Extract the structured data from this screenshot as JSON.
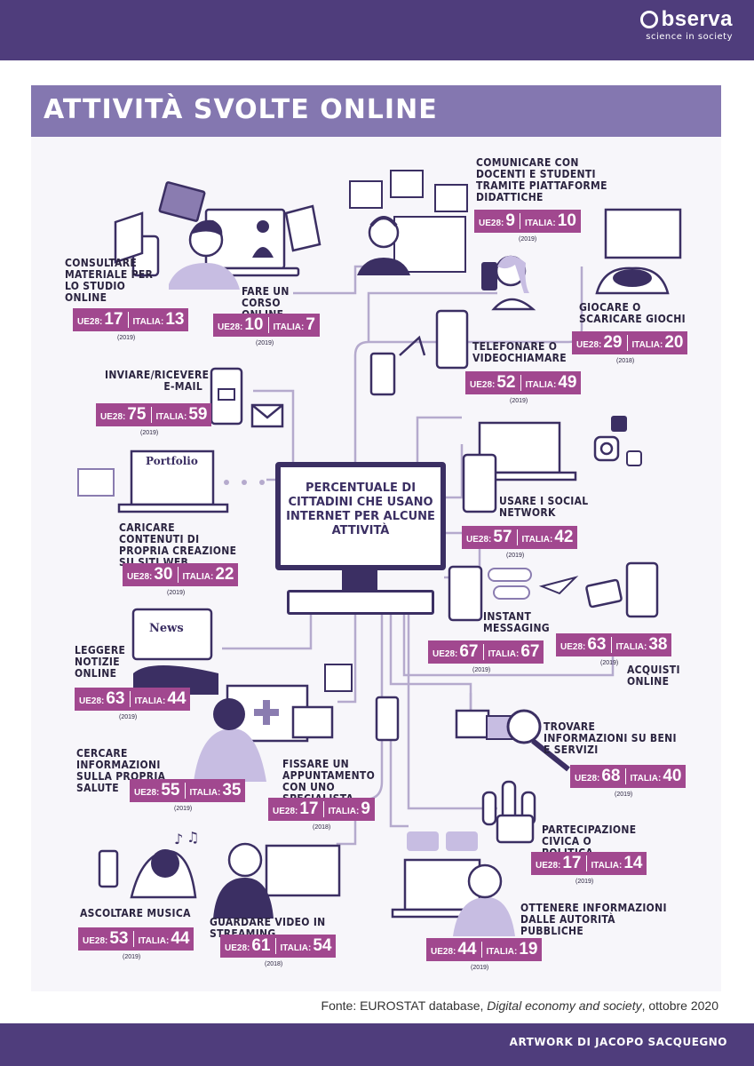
{
  "header": {
    "brand": "bserva",
    "tagline": "science in society",
    "title": "ATTIVITÀ SVOLTE ONLINE"
  },
  "center": {
    "text": "PERCENTUALE DI CITTADINI CHE USANO INTERNET PER ALCUNE ATTIVITÀ"
  },
  "activities": [
    {
      "label": "CONSULTARE MATERIALE PER LO STUDIO ONLINE",
      "ue28": "17",
      "italia": "13",
      "year": "(2019)"
    },
    {
      "label": "FARE UN CORSO ONLINE",
      "ue28": "10",
      "italia": "7",
      "year": "(2019)"
    },
    {
      "label": "COMUNICARE CON DOCENTI E STUDENTI TRAMITE PIATTAFORME DIDATTICHE",
      "ue28": "9",
      "italia": "10",
      "year": "(2019)"
    },
    {
      "label": "GIOCARE O SCARICARE GIOCHI",
      "ue28": "29",
      "italia": "20",
      "year": "(2018)"
    },
    {
      "label": "TELEFONARE O VIDEOCHIAMARE",
      "ue28": "52",
      "italia": "49",
      "year": "(2019)"
    },
    {
      "label": "INVIARE/RICEVERE E-MAIL",
      "ue28": "75",
      "italia": "59",
      "year": "(2019)"
    },
    {
      "label": "USARE I SOCIAL NETWORK",
      "ue28": "57",
      "italia": "42",
      "year": "(2019)"
    },
    {
      "label": "CARICARE CONTENUTI DI PROPRIA CREAZIONE SU SITI WEB",
      "ue28": "30",
      "italia": "22",
      "year": "(2019)"
    },
    {
      "label": "INSTANT MESSAGING",
      "ue28": "67",
      "italia": "67",
      "year": "(2019)"
    },
    {
      "label": "ACQUISTI ONLINE",
      "ue28": "63",
      "italia": "38",
      "year": "(2019)"
    },
    {
      "label": "LEGGERE NOTIZIE ONLINE",
      "ue28": "63",
      "italia": "44",
      "year": "(2019)"
    },
    {
      "label": "TROVARE INFORMAZIONI SU BENI E SERVIZI",
      "ue28": "68",
      "italia": "40",
      "year": "(2019)"
    },
    {
      "label": "CERCARE INFORMAZIONI SULLA PROPRIA SALUTE",
      "ue28": "55",
      "italia": "35",
      "year": "(2019)"
    },
    {
      "label": "FISSARE UN APPUNTAMENTO CON UNO SPECIALISTA",
      "ue28": "17",
      "italia": "9",
      "year": "(2018)"
    },
    {
      "label": "PARTECIPAZIONE CIVICA O POLITICA",
      "ue28": "17",
      "italia": "14",
      "year": "(2019)"
    },
    {
      "label": "ASCOLTARE MUSICA",
      "ue28": "53",
      "italia": "44",
      "year": "(2019)"
    },
    {
      "label": "GUARDARE VIDEO IN STREAMING",
      "ue28": "61",
      "italia": "54",
      "year": "(2018)"
    },
    {
      "label": "OTTENERE INFORMAZIONI DALLE AUTORITÀ PUBBLICHE",
      "ue28": "44",
      "italia": "19",
      "year": "(2019)"
    }
  ],
  "badge_keys": {
    "ue": "UE28:",
    "it": "ITALIA:"
  },
  "illustration_text": {
    "portfolio": "Portfolio",
    "news": "News"
  },
  "footer": {
    "source_prefix": "Fonte: EUROSTAT database, ",
    "source_italic": "Digital economy and society",
    "source_suffix": ", ottobre 2020",
    "artwork": "ARTWORK DI JACOPO SACQUEGNO"
  },
  "colors": {
    "header": "#4f3d7c",
    "title_band": "#8477b0",
    "badge": "#a1488f",
    "ink": "#3b2f63"
  }
}
